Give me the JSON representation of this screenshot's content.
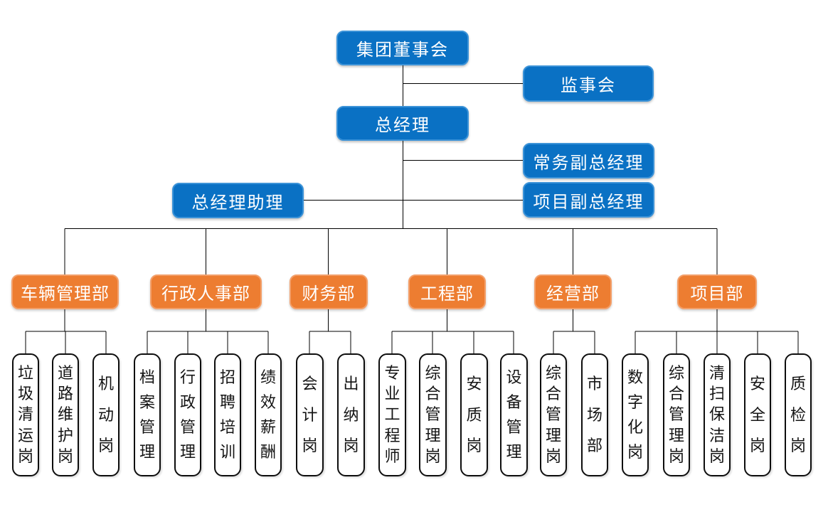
{
  "colors": {
    "blue_fill": "#0a71c4",
    "orange_fill": "#ed7d31",
    "line": "#000000",
    "position_border": "#0d0d0d",
    "text_on_color": "#ffffff",
    "text_on_white": "#141414"
  },
  "org": {
    "board": {
      "label": "集团董事会"
    },
    "supervisory": {
      "label": "监事会"
    },
    "gm": {
      "label": "总经理"
    },
    "exec_vgm": {
      "label": "常务副总经理"
    },
    "project_vgm": {
      "label": "项目副总经理"
    },
    "gm_assistant": {
      "label": "总经理助理"
    },
    "departments": [
      {
        "label": "车辆管理部",
        "positions": [
          "垃圾清运岗",
          "道路维护岗",
          "机动岗"
        ]
      },
      {
        "label": "行政人事部",
        "positions": [
          "档案管理",
          "行政管理",
          "招聘培训",
          "绩效薪酬"
        ]
      },
      {
        "label": "财务部",
        "positions": [
          "会计岗",
          "出纳岗"
        ]
      },
      {
        "label": "工程部",
        "positions": [
          "专业工程师",
          "综合管理岗",
          "安质岗",
          "设备管理"
        ]
      },
      {
        "label": "经营部",
        "positions": [
          "综合管理岗",
          "市场部"
        ]
      },
      {
        "label": "项目部",
        "positions": [
          "数字化岗",
          "综合管理岗",
          "清扫保洁岗",
          "安全岗",
          "质检岗"
        ]
      }
    ]
  }
}
